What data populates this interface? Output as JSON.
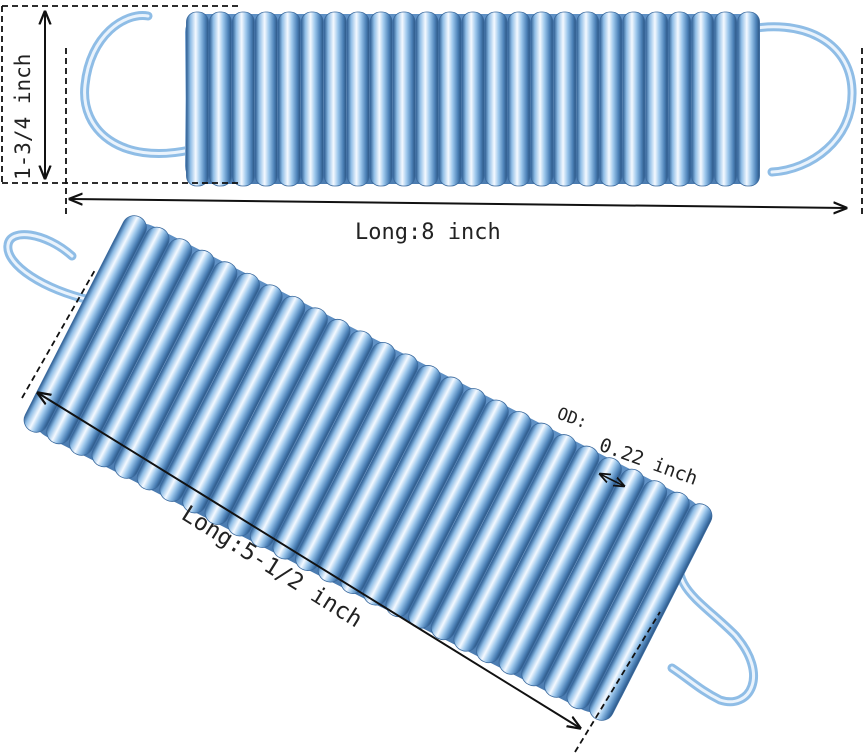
{
  "labels": {
    "diameter_top": "1-3/4 inch",
    "length_top": "Long:8 inch",
    "od_prefix": "OD:",
    "od_value": "0.22 inch",
    "length_bottom": "Long:5-1/2 inch"
  },
  "colors": {
    "spring_light": "#eaf3fc",
    "spring_mid": "#8fbde6",
    "spring_dark": "#2f5f93",
    "dimension_line": "#111111"
  },
  "springs": [
    {
      "name": "top-spring",
      "coil_count": 25
    },
    {
      "name": "bottom-spring",
      "coil_count": 26
    }
  ]
}
